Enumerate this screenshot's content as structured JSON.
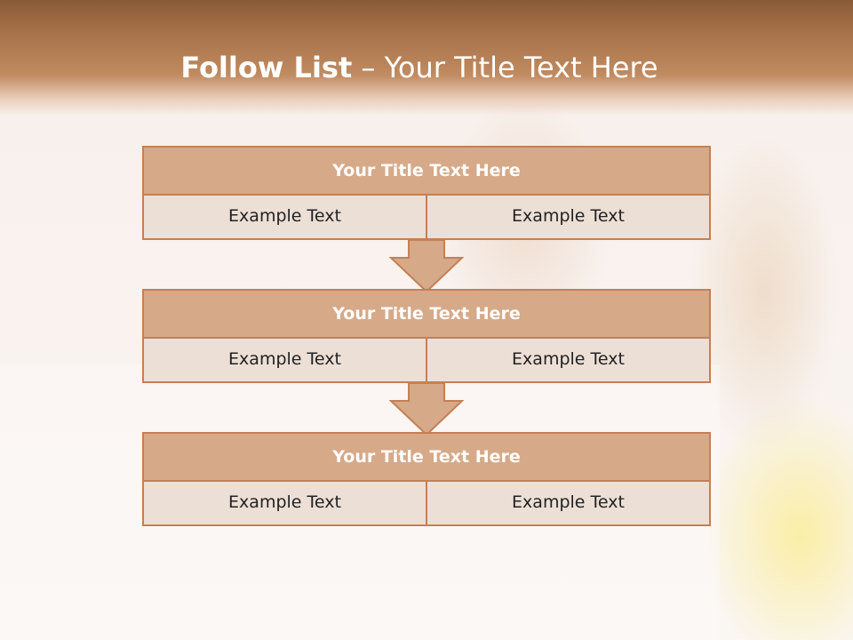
{
  "slide": {
    "title_bold": "Follow List",
    "title_rest": " – Your Title Text Here"
  },
  "blocks": [
    {
      "title": "Your Title Text Here",
      "left": "Example Text",
      "right": "Example Text"
    },
    {
      "title": "Your Title Text Here",
      "left": "Example Text",
      "right": "Example Text"
    },
    {
      "title": "Your Title Text Here",
      "left": "Example Text",
      "right": "Example Text"
    }
  ],
  "colors": {
    "header": "#a8734a",
    "block_fill": "#d6a988",
    "block_border": "#c38055",
    "row_fill": "#ecdfd6"
  },
  "icons": [
    "down-arrow-icon"
  ]
}
